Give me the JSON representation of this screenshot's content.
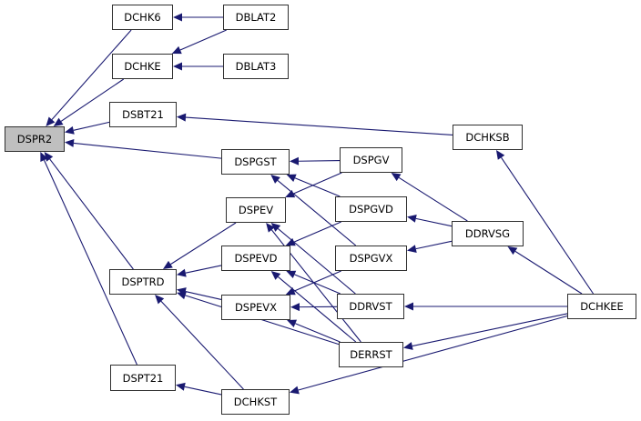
{
  "diagram": {
    "type": "caller graph",
    "root": "DSPR2",
    "edge_color": "#191970",
    "root_fill": "#bfbfbf",
    "nodes": [
      {
        "id": "DSPR2",
        "label": "DSPR2",
        "root": true
      },
      {
        "id": "DCHK6",
        "label": "DCHK6"
      },
      {
        "id": "DCHKE",
        "label": "DCHKE"
      },
      {
        "id": "DSBT21",
        "label": "DSBT21"
      },
      {
        "id": "DSPTRD",
        "label": "DSPTRD"
      },
      {
        "id": "DSPT21",
        "label": "DSPT21"
      },
      {
        "id": "DBLAT2",
        "label": "DBLAT2"
      },
      {
        "id": "DBLAT3",
        "label": "DBLAT3"
      },
      {
        "id": "DSPGST",
        "label": "DSPGST"
      },
      {
        "id": "DSPEV",
        "label": "DSPEV"
      },
      {
        "id": "DSPEVD",
        "label": "DSPEVD"
      },
      {
        "id": "DSPEVX",
        "label": "DSPEVX"
      },
      {
        "id": "DCHKST",
        "label": "DCHKST"
      },
      {
        "id": "DSPGV",
        "label": "DSPGV"
      },
      {
        "id": "DSPGVD",
        "label": "DSPGVD"
      },
      {
        "id": "DSPGVX",
        "label": "DSPGVX"
      },
      {
        "id": "DDRVST",
        "label": "DDRVST"
      },
      {
        "id": "DERRST",
        "label": "DERRST"
      },
      {
        "id": "DCHKSB",
        "label": "DCHKSB"
      },
      {
        "id": "DDRVSG",
        "label": "DDRVSG"
      },
      {
        "id": "DCHKEE",
        "label": "DCHKEE"
      }
    ],
    "edges": [
      {
        "from": "DCHK6",
        "to": "DSPR2"
      },
      {
        "from": "DCHKE",
        "to": "DSPR2"
      },
      {
        "from": "DSBT21",
        "to": "DSPR2"
      },
      {
        "from": "DSPGST",
        "to": "DSPR2"
      },
      {
        "from": "DSPTRD",
        "to": "DSPR2"
      },
      {
        "from": "DSPT21",
        "to": "DSPR2"
      },
      {
        "from": "DBLAT2",
        "to": "DCHK6"
      },
      {
        "from": "DBLAT2",
        "to": "DCHKE"
      },
      {
        "from": "DBLAT3",
        "to": "DCHKE"
      },
      {
        "from": "DCHKSB",
        "to": "DSBT21"
      },
      {
        "from": "DSPGV",
        "to": "DSPGST"
      },
      {
        "from": "DSPGVD",
        "to": "DSPGST"
      },
      {
        "from": "DSPGVX",
        "to": "DSPGST"
      },
      {
        "from": "DSPEV",
        "to": "DSPTRD"
      },
      {
        "from": "DSPEVD",
        "to": "DSPTRD"
      },
      {
        "from": "DSPEVX",
        "to": "DSPTRD"
      },
      {
        "from": "DERRST",
        "to": "DSPTRD"
      },
      {
        "from": "DCHKST",
        "to": "DSPTRD"
      },
      {
        "from": "DCHKST",
        "to": "DSPT21"
      },
      {
        "from": "DSPGV",
        "to": "DSPEV"
      },
      {
        "from": "DSPGVD",
        "to": "DSPEVD"
      },
      {
        "from": "DSPGVX",
        "to": "DSPEVX"
      },
      {
        "from": "DDRVST",
        "to": "DSPEV"
      },
      {
        "from": "DDRVST",
        "to": "DSPEVD"
      },
      {
        "from": "DDRVST",
        "to": "DSPEVX"
      },
      {
        "from": "DERRST",
        "to": "DSPEV"
      },
      {
        "from": "DERRST",
        "to": "DSPEVD"
      },
      {
        "from": "DERRST",
        "to": "DSPEVX"
      },
      {
        "from": "DDRVSG",
        "to": "DSPGV"
      },
      {
        "from": "DDRVSG",
        "to": "DSPGVD"
      },
      {
        "from": "DDRVSG",
        "to": "DSPGVX"
      },
      {
        "from": "DCHKEE",
        "to": "DCHKSB"
      },
      {
        "from": "DCHKEE",
        "to": "DDRVSG"
      },
      {
        "from": "DCHKEE",
        "to": "DDRVST"
      },
      {
        "from": "DCHKEE",
        "to": "DERRST"
      },
      {
        "from": "DCHKEE",
        "to": "DCHKST"
      }
    ]
  }
}
